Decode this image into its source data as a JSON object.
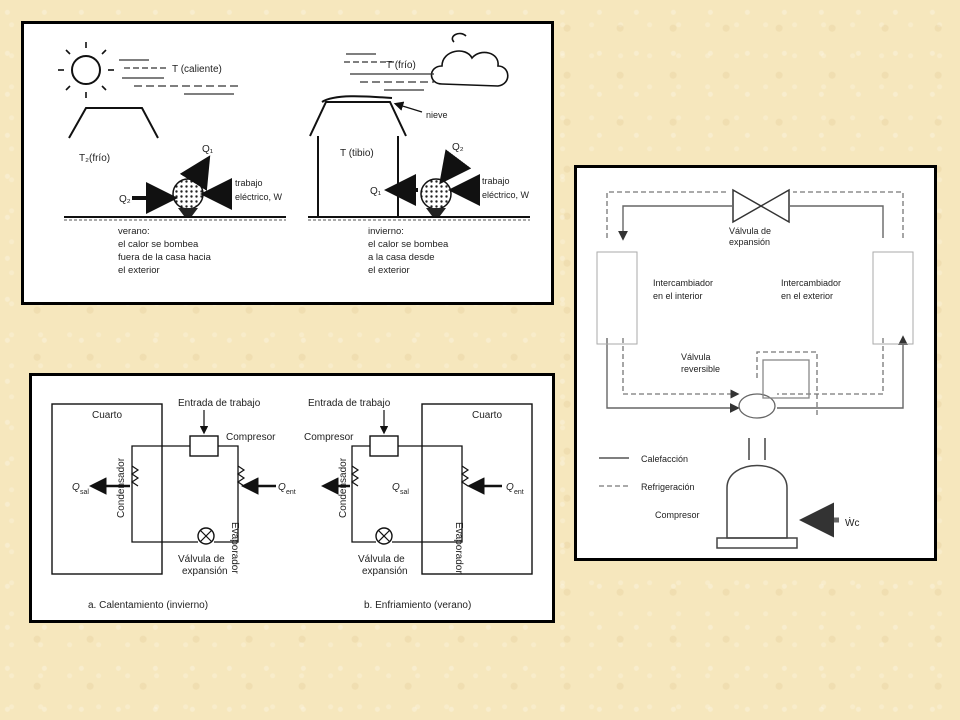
{
  "summer_diagram": {
    "t_hot": "T (caliente)",
    "t_cold": "T₂(frío)",
    "q1": "Q₁",
    "q2": "Q₂",
    "work": [
      "trabajo",
      "eléctrico, W"
    ],
    "caption": [
      "verano:",
      "el calor se bombea",
      "fuera de la casa hacia",
      "el exterior"
    ]
  },
  "winter_diagram": {
    "t_cold": "T (frío)",
    "t_warm": "T (tibio)",
    "snow": "nieve",
    "q1": "Q₁",
    "q2": "Q₂",
    "work": [
      "trabajo",
      "eléctrico, W"
    ],
    "caption": [
      "invierno:",
      "el calor se bombea",
      "a la casa desde",
      "el exterior"
    ]
  },
  "reversing_valve_diagram": {
    "expansion_valve": [
      "Válvula de",
      "expansión"
    ],
    "indoor_exchanger": [
      "Intercambiador",
      "en el interior"
    ],
    "outdoor_exchanger": [
      "Intercambiador",
      "en el exterior"
    ],
    "reversing_valve": [
      "Válvula",
      "reversible"
    ],
    "legend_heating": "Calefacción",
    "legend_cooling": "Refrigeración",
    "compressor": "Compresor",
    "work": "Ẇc"
  },
  "cycle_diagrams": {
    "left": {
      "room": "Cuarto",
      "work_input": "Entrada de trabajo",
      "compressor": "Compresor",
      "condenser": "Condensador",
      "evaporator": "Evaporador",
      "q_out": "Q",
      "q_out_sub": "sal",
      "q_in": "Q",
      "q_in_sub": "ent",
      "valve": [
        "Válvula de",
        "expansión"
      ],
      "caption": "a. Calentamiento (invierno)"
    },
    "right": {
      "room": "Cuarto",
      "work_input": "Entrada de trabajo",
      "compressor": "Compresor",
      "condenser": "Condensador",
      "evaporator": "Evaporador",
      "q_out": "Q",
      "q_out_sub": "sal",
      "q_in": "Q",
      "q_in_sub": "ent",
      "valve": [
        "Válvula de",
        "expansión"
      ],
      "caption": "b. Enfriamiento (verano)"
    }
  }
}
